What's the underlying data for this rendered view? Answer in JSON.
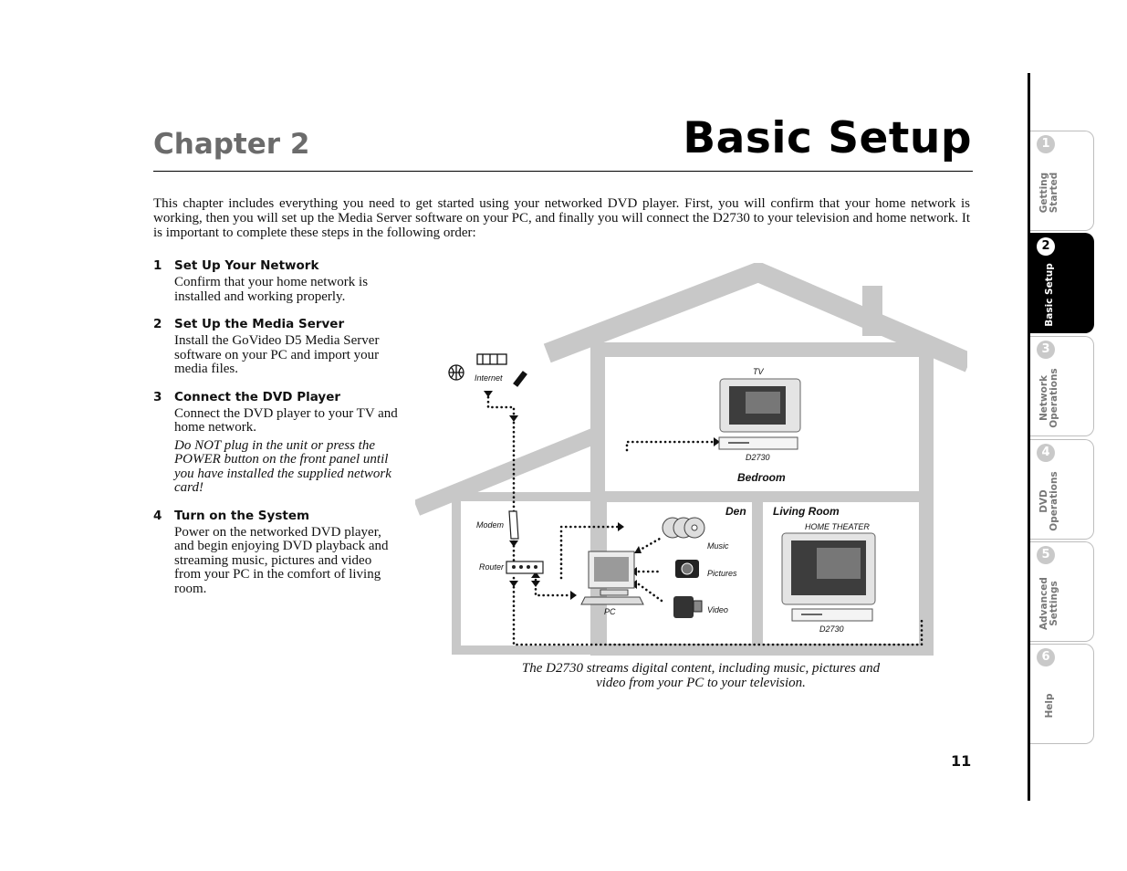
{
  "header": {
    "chapter": "Chapter 2",
    "title": "Basic Setup"
  },
  "intro": "This chapter includes everything you need to get started using your networked DVD player. First, you will confirm that your home network is working, then you will set up the Media Server software on your PC, and finally you will connect the D2730 to your television and home network. It is important to complete these steps in the following order:",
  "steps": [
    {
      "number": "1",
      "title": "Set Up Your Network",
      "body": "Confirm that your home network is installed and working properly."
    },
    {
      "number": "2",
      "title": "Set Up the Media Server",
      "body": "Install the GoVideo D5 Media Server software on your PC and import your media files."
    },
    {
      "number": "3",
      "title": "Connect the DVD Player",
      "body": "Connect the DVD player to your TV and home network.",
      "note": "Do NOT plug in the unit or press the POWER button on the front panel until you have installed the supplied network card!"
    },
    {
      "number": "4",
      "title": "Turn on the System",
      "body": "Power on the networked DVD player, and begin enjoying DVD playback and streaming music, pictures and video from your PC in the comfort of living room."
    }
  ],
  "diagram": {
    "internet": "Internet",
    "tv": "TV",
    "d2730_bedroom": "D2730",
    "bedroom": "Bedroom",
    "den": "Den",
    "living_room": "Living Room",
    "home_theater": "HOME THEATER",
    "modem": "Modem",
    "router": "Router",
    "pc": "PC",
    "music": "Music",
    "pictures": "Pictures",
    "video": "Video",
    "d2730_living": "D2730"
  },
  "caption": "The D2730 streams digital content, including music, pictures and video from your PC to your television.",
  "page_number": "11",
  "side_tabs": [
    {
      "number": "1",
      "label": "Getting\nStarted",
      "active": false
    },
    {
      "number": "2",
      "label": "Basic Setup",
      "active": true
    },
    {
      "number": "3",
      "label": "Network\nOperations",
      "active": false
    },
    {
      "number": "4",
      "label": "DVD\nOperations",
      "active": false
    },
    {
      "number": "5",
      "label": "Advanced\nSettings",
      "active": false
    },
    {
      "number": "6",
      "label": "Help",
      "active": false
    }
  ],
  "colors": {
    "house": "#c8c8c8",
    "accent": "#000000",
    "chapter": "#6b6b6b",
    "tab_inactive": "#c9c9c9"
  }
}
